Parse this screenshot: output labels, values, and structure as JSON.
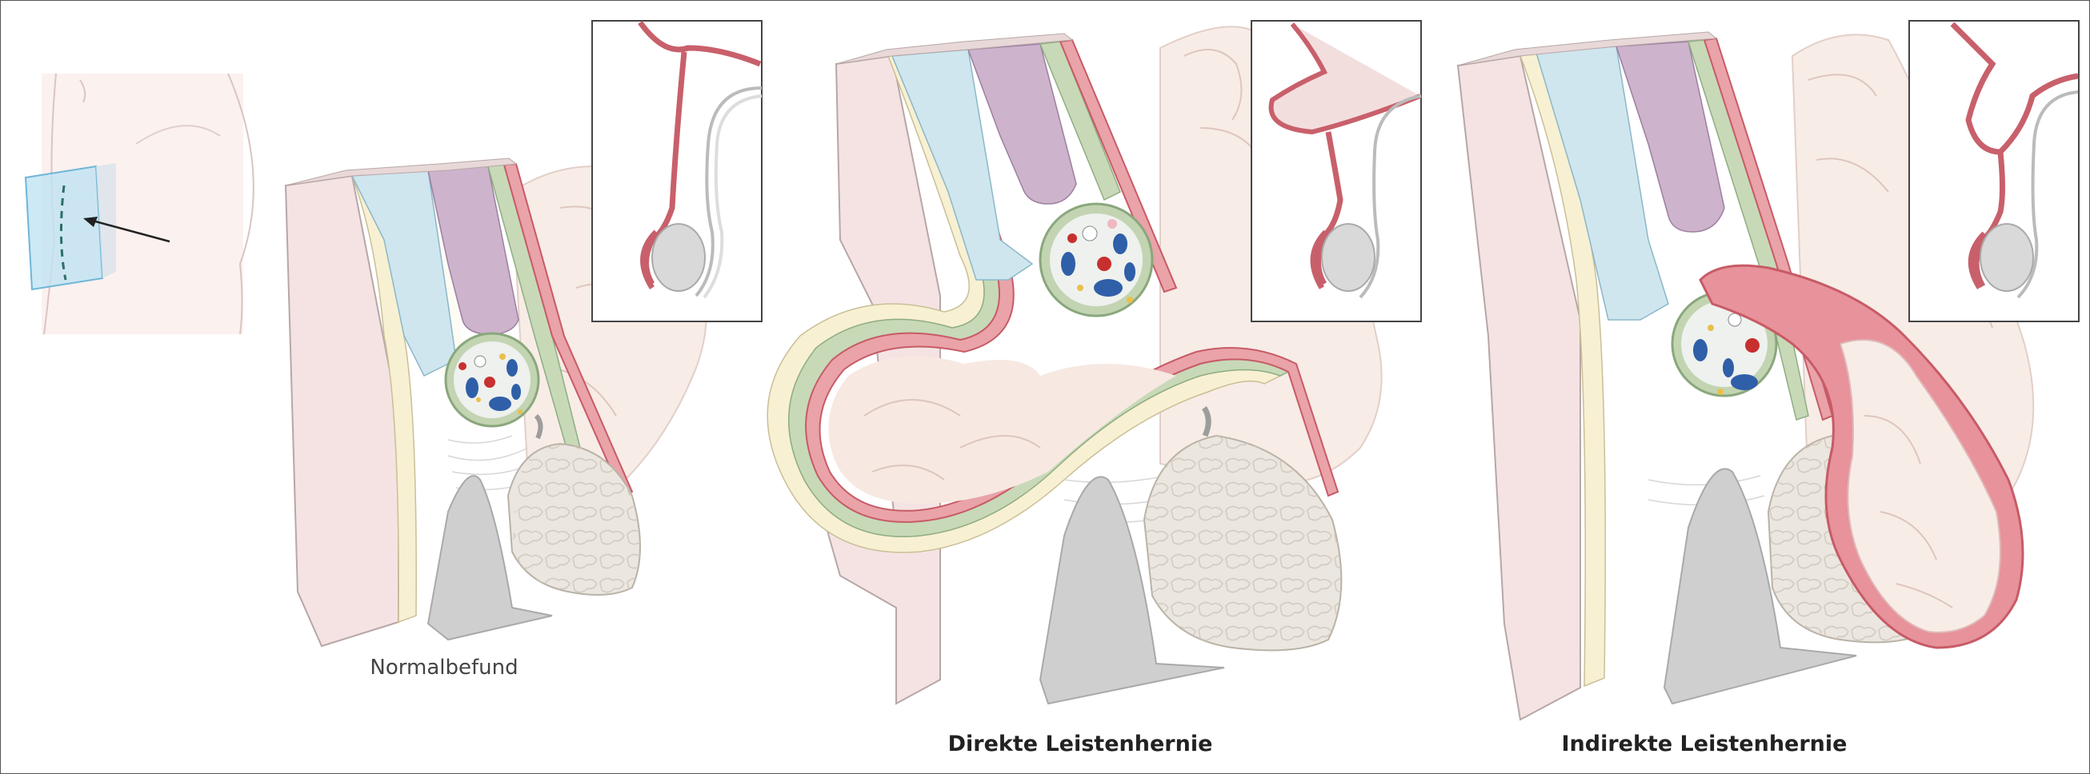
{
  "panels": [
    {
      "caption": "Normalbefund"
    },
    {
      "caption": "Direkte Leistenhernie"
    },
    {
      "caption": "Indirekte Leistenhernie"
    }
  ],
  "colors": {
    "skin": "#f6e4e3",
    "fat": "#f7f0cf",
    "fascia_blue": "#cfe6ef",
    "muscle_purple": "#cdb3cc",
    "green_layer": "#b9cfa8",
    "peritoneum_red": "#e07f88",
    "bone_grey": "#cfcfcf",
    "testis_grey": "#d9d9d9",
    "bowel": "#f5e6df",
    "vessel_blue": "#2f5fa8",
    "vessel_red": "#c8302f"
  },
  "icons": [
    "body-outline-icon",
    "cut-plane-icon",
    "view-arrow-icon"
  ]
}
